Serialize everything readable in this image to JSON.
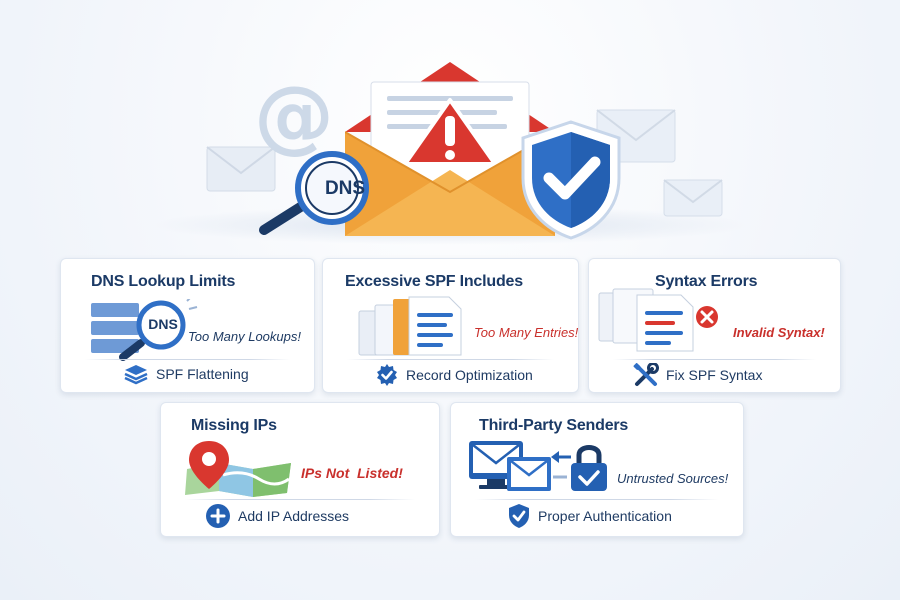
{
  "hero": {
    "magnifier_label": "DNS",
    "at_symbol": "@"
  },
  "cards": [
    {
      "id": "dns-lookup-limits",
      "title": "DNS Lookup Limits",
      "art_label": "DNS",
      "warning": "Too Many Lookups!",
      "solution": "SPF Flattening",
      "solution_icon": "layers-icon"
    },
    {
      "id": "excessive-spf-includes",
      "title": "Excessive SPF Includes",
      "warning": "Too Many Entries!",
      "solution": "Record Optimization",
      "solution_icon": "gear-check-icon"
    },
    {
      "id": "syntax-errors",
      "title": "Syntax Errors",
      "warning": "Invalid Syntax!",
      "solution": "Fix SPF Syntax",
      "solution_icon": "wrench-screwdriver-icon"
    },
    {
      "id": "missing-ips",
      "title": "Missing IPs",
      "warning": "IPs Not  Listed!",
      "solution": "Add IP Addresses",
      "solution_icon": "plus-circle-icon"
    },
    {
      "id": "third-party-senders",
      "title": "Third-Party Senders",
      "warning": "Untrusted Sources!",
      "solution": "Proper Authentication",
      "solution_icon": "shield-check-icon"
    }
  ],
  "colors": {
    "navy": "#1b3a66",
    "blue": "#2f6fc6",
    "red": "#d9372f",
    "orange": "#f0a23a",
    "green": "#5fae5a"
  }
}
